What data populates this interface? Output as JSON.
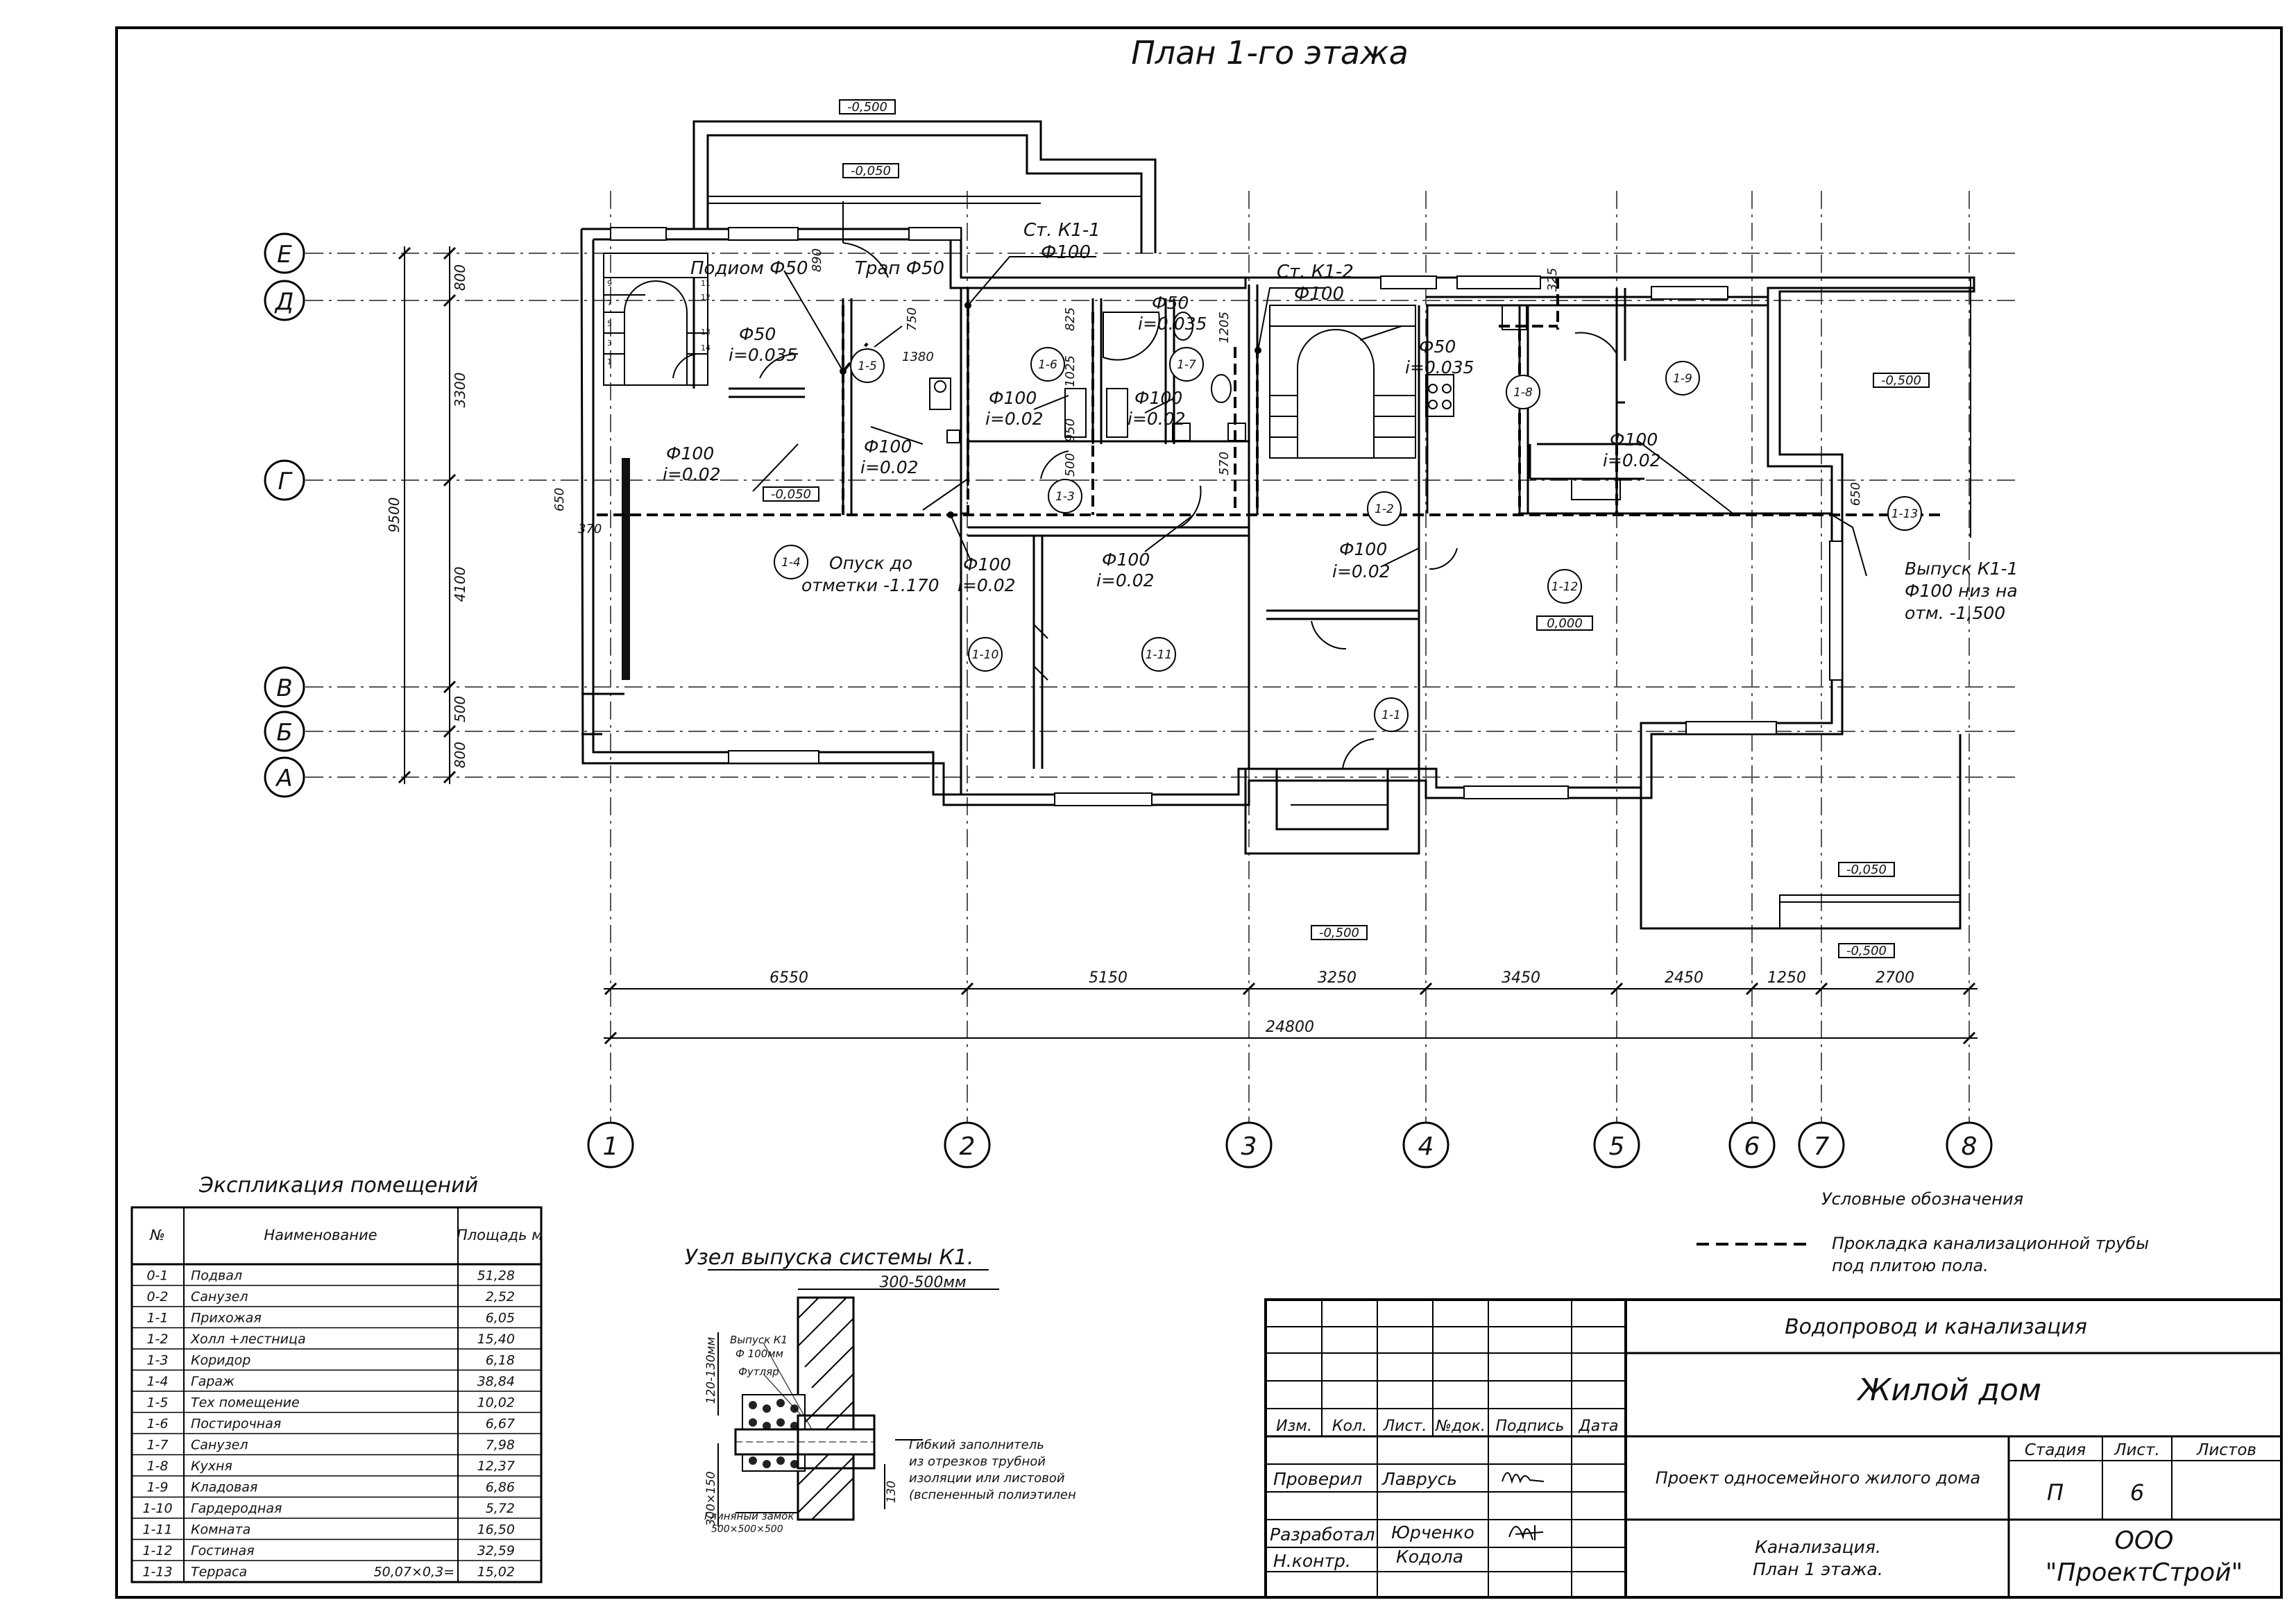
{
  "title": "План 1-го этажа",
  "axes": {
    "rows": [
      "Е",
      "Д",
      "Г",
      "В",
      "Б",
      "А"
    ],
    "cols": [
      "1",
      "2",
      "3",
      "4",
      "5",
      "6",
      "7",
      "8"
    ]
  },
  "dims": {
    "bottom": [
      "6550",
      "5150",
      "3250",
      "3450",
      "2450",
      "1250",
      "2700"
    ],
    "bottom_total": "24800",
    "left": [
      "800",
      "3300",
      "4100",
      "500",
      "800"
    ],
    "left_total": "9500",
    "misc": [
      "650",
      "370",
      "650",
      "890",
      "750",
      "1380",
      "825",
      "1025",
      "950",
      "500",
      "1205",
      "570",
      "325",
      "130",
      "300×150"
    ]
  },
  "levels": [
    "-0,500",
    "-0,050",
    "-0,050",
    "-0,500",
    "-0,050",
    "-0,500",
    "-0,500",
    "0,000"
  ],
  "pipes": {
    "riser1_title": "Ст. К1-1",
    "riser1_dia": "Ф100",
    "riser2_title": "Ст. К1-2",
    "riser2_dia": "Ф100",
    "podiom": "Подиом Ф50",
    "trap": "Трап Ф50",
    "p1_dia": "Ф50",
    "p1_slope": "i=0.035",
    "p2_dia": "Ф50",
    "p2_slope": "i=0.035",
    "p3_dia": "Ф50",
    "p3_slope": "i=0.035",
    "p4_dia": "Ф100",
    "p4_slope": "i=0.02",
    "p5_dia": "Ф100",
    "p5_slope": "i=0.02",
    "p6_dia": "Ф100",
    "p6_slope": "i=0.02",
    "p7_dia": "Ф100",
    "p7_slope": "i=0.02",
    "p8_dia": "Ф100",
    "p8_slope": "i=0.02",
    "p9_dia": "Ф100",
    "p9_slope": "i=0.02",
    "p10_dia": "Ф100",
    "p10_slope": "i=0.02",
    "p11_dia": "Ф100",
    "p11_slope": "i=0.02",
    "opusk_1": "Опуск до",
    "opusk_2": "отметки -1.170",
    "vypusk_1": "Выпуск К1-1",
    "vypusk_2": "Ф100 низ на",
    "vypusk_3": "отм. -1,500"
  },
  "rooms": [
    "1-1",
    "1-2",
    "1-3",
    "1-4",
    "1-5",
    "1-6",
    "1-7",
    "1-8",
    "1-9",
    "1-10",
    "1-11",
    "1-12",
    "1-13"
  ],
  "stairs_nums": [
    "1",
    "2",
    "3",
    "4",
    "5",
    "6",
    "7",
    "8",
    "9",
    "10",
    "11",
    "12",
    "13",
    "14"
  ],
  "explication": {
    "title": "Экспликация помещений",
    "h_no": "№",
    "h_name": "Наименование",
    "h_area": "Площадь м",
    "rows": [
      {
        "no": "0-1",
        "name": "Подвал",
        "extra": "",
        "area": "51,28"
      },
      {
        "no": "0-2",
        "name": "Санузел",
        "extra": "",
        "area": "2,52"
      },
      {
        "no": "1-1",
        "name": "Прихожая",
        "extra": "",
        "area": "6,05"
      },
      {
        "no": "1-2",
        "name": "Холл +лестница",
        "extra": "",
        "area": "15,40"
      },
      {
        "no": "1-3",
        "name": "Коридор",
        "extra": "",
        "area": "6,18"
      },
      {
        "no": "1-4",
        "name": "Гараж",
        "extra": "",
        "area": "38,84"
      },
      {
        "no": "1-5",
        "name": "Тех помещение",
        "extra": "",
        "area": "10,02"
      },
      {
        "no": "1-6",
        "name": "Постирочная",
        "extra": "",
        "area": "6,67"
      },
      {
        "no": "1-7",
        "name": "Санузел",
        "extra": "",
        "area": "7,98"
      },
      {
        "no": "1-8",
        "name": "Кухня",
        "extra": "",
        "area": "12,37"
      },
      {
        "no": "1-9",
        "name": "Кладовая",
        "extra": "",
        "area": "6,86"
      },
      {
        "no": "1-10",
        "name": "Гардеродная",
        "extra": "",
        "area": "5,72"
      },
      {
        "no": "1-11",
        "name": "Комната",
        "extra": "",
        "area": "16,50"
      },
      {
        "no": "1-12",
        "name": "Гостиная",
        "extra": "",
        "area": "32,59"
      },
      {
        "no": "1-13",
        "name": "Терраса",
        "extra": "50,07×0,3=",
        "area": "15,02"
      }
    ]
  },
  "node": {
    "title": "Узел выпуска системы К1.",
    "width": "300-500мм",
    "depth": "120-130мм",
    "l_vypusk": "Выпуск К1",
    "l_dia": "Ф 100мм",
    "l_futlyar": "Футляр",
    "l_fill1": "Гибкий заполнитель",
    "l_fill2": "из отрезков трубной",
    "l_fill3": "изоляции или листовой",
    "l_fill4": "(вспененный полиэтилен",
    "l_lock": "Глиняный замок",
    "l_lock_dim": "500×500×500"
  },
  "legend": {
    "title": "Условные обозначения",
    "text1": "Прокладка канализационной трубы",
    "text2": "под плитою пола."
  },
  "stamp": {
    "h_izm": "Изм.",
    "h_kol": "Кол.",
    "h_list": "Лист.",
    "h_ndoc": "№док.",
    "h_podpis": "Подпись",
    "h_data": "Дата",
    "checked_role": "Проверил",
    "checked_name": "Лаврусь",
    "dev_role": "Разработал",
    "dev_name": "Юрченко",
    "norm_role": "Н.контр.",
    "norm_name": "Кодола",
    "section": "Водопровод и канализация",
    "building": "Жилой дом",
    "project": "Проект односемейного жилого дома",
    "h_stage": "Стадия",
    "h_sheet": "Лист.",
    "h_sheets": "Листов",
    "stage": "П",
    "sheet": "6",
    "sheets": "",
    "drawing1": "Канализация.",
    "drawing2": "План 1 этажа.",
    "org1": "ООО",
    "org2": "\"ПроектСтрой\""
  }
}
